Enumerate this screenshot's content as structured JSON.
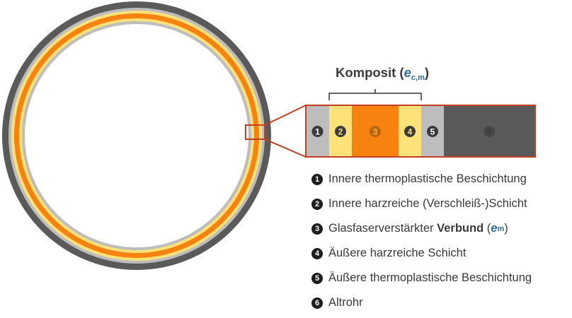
{
  "composite": {
    "label": "Komposit",
    "symbol": "e",
    "symbol_sub": "c,m"
  },
  "layers": [
    {
      "num": "1",
      "color": "#bdbdbd",
      "num_color": "#3a3a3a",
      "text": "Innere thermoplastische Beschichtung"
    },
    {
      "num": "2",
      "color": "#fde27a",
      "num_color": "#3a3a3a",
      "text": "Innere harzreiche (Verschleiß-)Schicht"
    },
    {
      "num": "3",
      "color": "#f7820f",
      "num_color": "#b8650f",
      "text_pre": "Glasfaserverstärkter",
      "text_bold": "Verbund",
      "symbol": "e",
      "symbol_sub": "m"
    },
    {
      "num": "4",
      "color": "#fde27a",
      "num_color": "#3a3a3a",
      "text": "Äußere harzreiche Schicht"
    },
    {
      "num": "5",
      "color": "#bdbdbd",
      "num_color": "#3a3a3a",
      "text": "Äußere thermoplastische Beschichtung"
    },
    {
      "num": "6",
      "color": "#5a5a5a",
      "num_color": "#474747",
      "text": "Altrohr"
    }
  ],
  "colors": {
    "callout_border": "#c2401f",
    "host_pipe": "#5a5a5a",
    "thermoplastic": "#bdbdbd",
    "resin_rich": "#fde27a",
    "composite_core": "#f7820f",
    "symbol": "#2e6a9a"
  }
}
